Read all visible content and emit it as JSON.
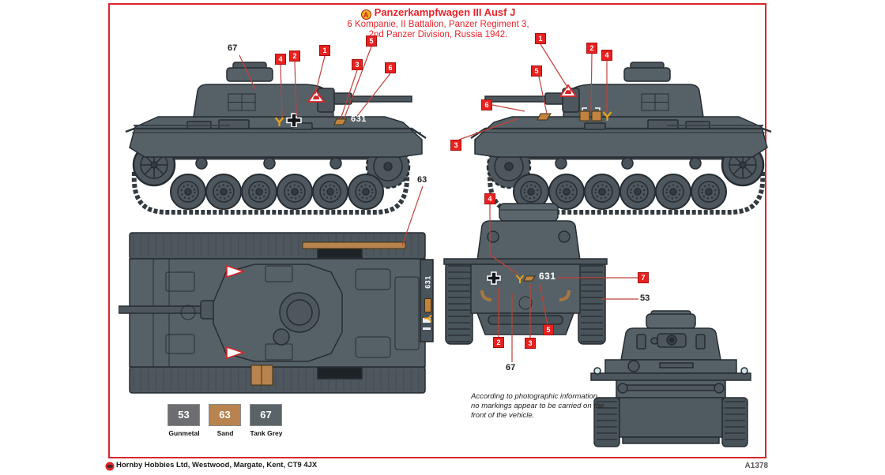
{
  "colors": {
    "accent_red": "#e32128",
    "leader_red": "#c2413b",
    "tank_grey": "#566167",
    "sand": "#b8834e"
  },
  "header": {
    "badge": "A",
    "title": "Panzerkampfwagen III Ausf J",
    "subtitle1": "6 Kompanie, II Battalion, Panzer Regiment 3,",
    "subtitle2": "2nd Panzer Division, Russia 1942."
  },
  "callouts": {
    "n1": "1",
    "n2": "2",
    "n3": "3",
    "n4": "4",
    "n5": "5",
    "n6": "6",
    "n7": "7"
  },
  "markings": {
    "turret_number": "631"
  },
  "note": {
    "line1": "According to photographic information,",
    "line2": "no markings appear to be carried on the",
    "line3": "front of the vehicle."
  },
  "paints": [
    {
      "number": "53",
      "name": "Gunmetal",
      "hex": "#6c6e71"
    },
    {
      "number": "63",
      "name": "Sand",
      "hex": "#b8834e"
    },
    {
      "number": "67",
      "name": "Tank Grey",
      "hex": "#5a6468"
    }
  ],
  "footer": {
    "company": "Hornby Hobbies Ltd, Westwood, Margate, Kent, CT9 4JX",
    "code": "A1378"
  }
}
